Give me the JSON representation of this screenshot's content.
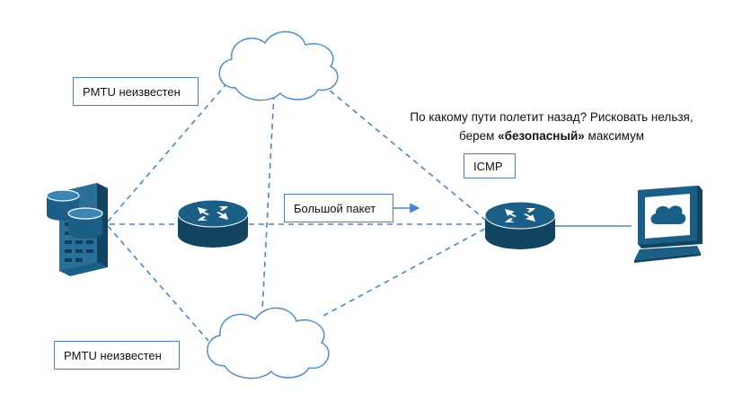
{
  "labels": {
    "pmtu_top": "PMTU неизвестен",
    "pmtu_bottom": "PMTU неизвестен",
    "big_packet": "Большой пакет",
    "icmp": "ICMP"
  },
  "note": {
    "line1": "По какому пути полетит назад? Рисковать нельзя,",
    "line2_prefix": "берем ",
    "line2_bold": "«безопасный»",
    "line2_suffix": " максимум"
  },
  "colors": {
    "dashed_link": "#4a86c5",
    "device_fill": "#1c5f86",
    "device_dark": "#124462",
    "cloud_stroke": "#4a86c5",
    "box_border": "#4f7fb8"
  }
}
